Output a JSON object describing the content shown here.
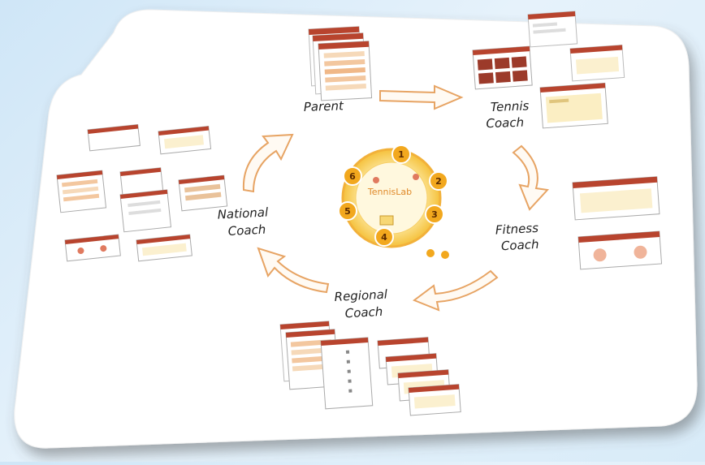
{
  "roles": {
    "parent": "Parent",
    "tennis_coach": [
      "Tennis",
      "Coach"
    ],
    "fitness_coach": [
      "Fitness",
      "Coach"
    ],
    "regional_coach": [
      "Regional",
      "Coach"
    ],
    "national_coach": [
      "National",
      "Coach"
    ]
  },
  "hub": {
    "label": "TennisLab",
    "steps": [
      "1",
      "2",
      "3",
      "4",
      "5",
      "6"
    ]
  },
  "colors": {
    "accent": "#e8a050",
    "screen_header": "#b8442e",
    "hub_fill": "#f7c540",
    "step_circle": "#f2a81e",
    "arrow_stroke": "#e7a464"
  }
}
